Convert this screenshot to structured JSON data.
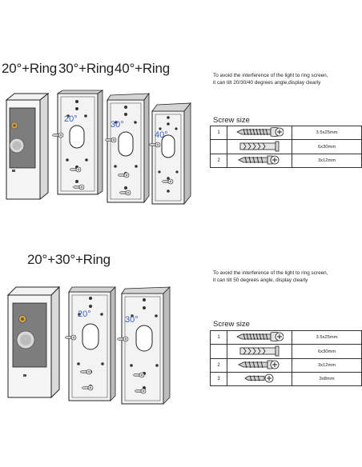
{
  "section1": {
    "title_a": "20°+Ring",
    "title_b": "30°+Ring",
    "title_c": "40°+Ring",
    "note_line1": "To avoid the interference of the light to ring screen,",
    "note_line2": "it can tilt 20/30/40 degrees angle,display clearly",
    "angle_a": "20°",
    "angle_b": "30°",
    "angle_c": "40°",
    "screw_title": "Screw size",
    "rows": [
      {
        "num": "1",
        "size": "3.5x25mm",
        "icon": "long-screw-icon"
      },
      {
        "num": "",
        "size": "6x30mm",
        "icon": "wall-anchor-icon"
      },
      {
        "num": "2",
        "size": "3x12mm",
        "icon": "short-screw-icon"
      }
    ]
  },
  "section2": {
    "title": "20°+30°+Ring",
    "note_line1": "To avoid the interference of the light to ring screen,",
    "note_line2": "it can tilt 50 degrees angle, display clearly",
    "angle_a": "20°",
    "angle_b": "30°",
    "screw_title": "Screw size",
    "rows": [
      {
        "num": "1",
        "size": "3.5x25mm",
        "icon": "long-screw-icon"
      },
      {
        "num": "",
        "size": "6x30mm",
        "icon": "wall-anchor-icon"
      },
      {
        "num": "2",
        "size": "3x12mm",
        "icon": "short-screw-icon"
      },
      {
        "num": "3",
        "size": "3x8mm",
        "icon": "tiny-screw-icon"
      }
    ]
  }
}
